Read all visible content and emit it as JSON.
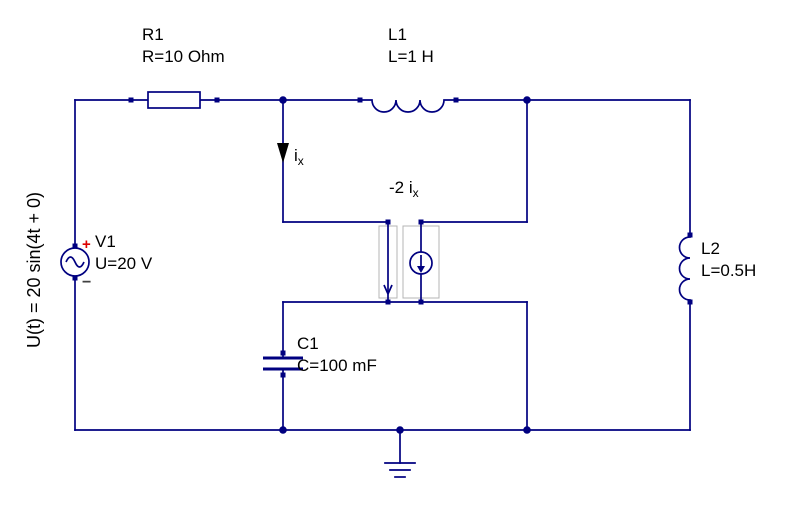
{
  "schematic": {
    "annotations": {
      "source_equation": "U(t) = 20 sin(4t + 0)",
      "controlled_current_base": "-2 i",
      "controlled_current_sub": "x",
      "branch_current_base": "i",
      "branch_current_sub": "x"
    },
    "components": {
      "v1": {
        "name": "V1",
        "value": "U=20 V",
        "plus_sign": "+",
        "minus_sign": "−"
      },
      "r1": {
        "name": "R1",
        "value": "R=10 Ohm"
      },
      "l1": {
        "name": "L1",
        "value": "L=1 H"
      },
      "l2": {
        "name": "L2",
        "value": "L=0.5H"
      },
      "c1": {
        "name": "C1",
        "value": "C=100 mF"
      }
    },
    "colors": {
      "wire": "#000080",
      "text": "#000000",
      "plus": "#dd0000",
      "minus": "#404040",
      "symbol-box": "#b4b4b4",
      "arrow": "#000000",
      "background": "#ffffff"
    }
  }
}
